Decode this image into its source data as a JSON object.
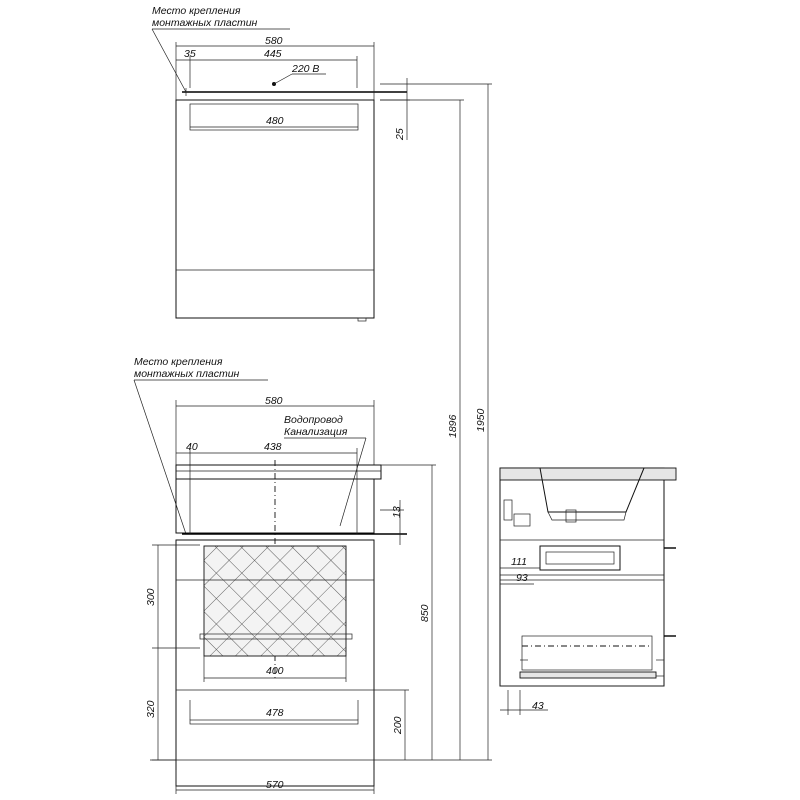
{
  "labels": {
    "mount_top_line1": "Место крепления",
    "mount_top_line2": "монтажных пластин",
    "mount_bottom_line1": "Место крепления",
    "mount_bottom_line2": "монтажных пластин",
    "water_line1": "Водопровод",
    "water_line2": "Канализация",
    "power": "220 В"
  },
  "dimensions": {
    "top_width": "580",
    "top_offset": "35",
    "top_span": "445",
    "top_inner": "480",
    "top_gap": "25",
    "height_1896": "1896",
    "height_1950": "1950",
    "bottom_width": "580",
    "bottom_offset": "40",
    "bottom_span": "438",
    "bottom_gap": "13",
    "left_300": "300",
    "left_320": "320",
    "mirror_400": "400",
    "cabinet_478": "478",
    "floor_200": "200",
    "base_570": "570",
    "height_850": "850",
    "side_111": "111",
    "side_93": "93",
    "side_43": "43"
  }
}
